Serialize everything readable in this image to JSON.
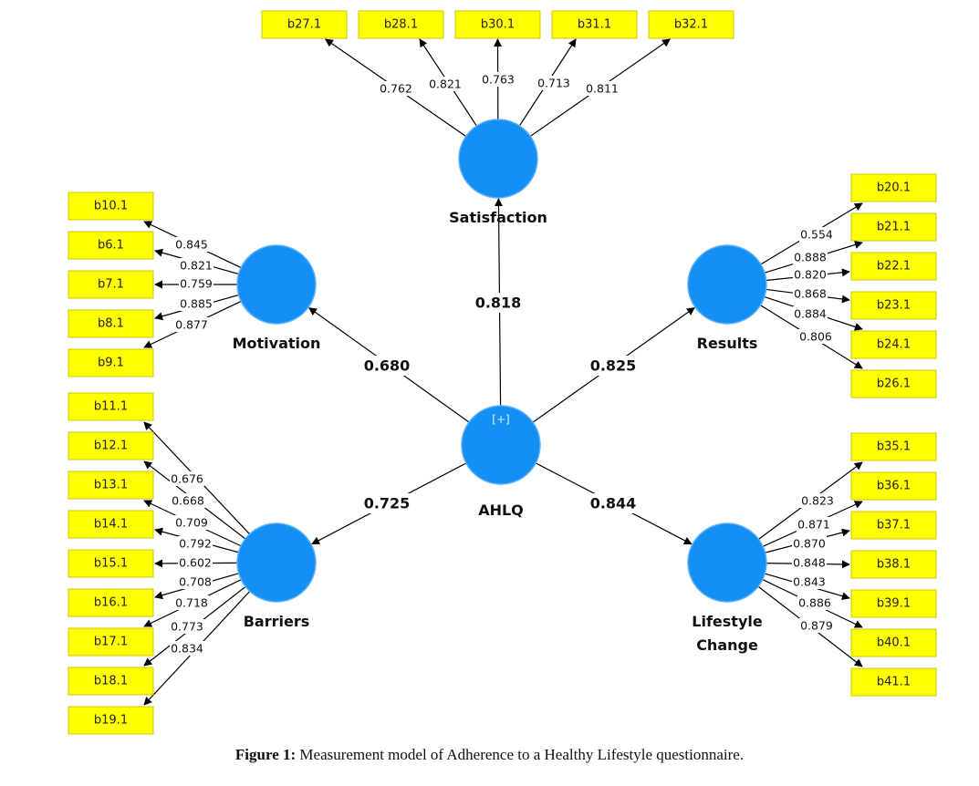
{
  "caption": {
    "label": "Figure 1:",
    "text": " Measurement model of Adherence to a Healthy Lifestyle questionnaire."
  },
  "colors": {
    "construct_fill": "#1490f5",
    "indicator_fill": "#ffff00",
    "line": "#000000"
  },
  "central": {
    "id": "ahlq",
    "name": "AHLQ",
    "expand_marker": "[+]"
  },
  "constructs": [
    {
      "id": "satisfaction",
      "name_lines": [
        "Satisfaction"
      ],
      "path_coefficient": "0.818",
      "indicators": [
        {
          "name": "b27.1",
          "loading": "0.762"
        },
        {
          "name": "b28.1",
          "loading": "0.821"
        },
        {
          "name": "b30.1",
          "loading": "0.763"
        },
        {
          "name": "b31.1",
          "loading": "0.713"
        },
        {
          "name": "b32.1",
          "loading": "0.811"
        }
      ]
    },
    {
      "id": "motivation",
      "name_lines": [
        "Motivation"
      ],
      "path_coefficient": "0.680",
      "indicators": [
        {
          "name": "b10.1",
          "loading": "0.845"
        },
        {
          "name": "b6.1",
          "loading": "0.821"
        },
        {
          "name": "b7.1",
          "loading": "0.759"
        },
        {
          "name": "b8.1",
          "loading": "0.885"
        },
        {
          "name": "b9.1",
          "loading": "0.877"
        }
      ]
    },
    {
      "id": "results",
      "name_lines": [
        "Results"
      ],
      "path_coefficient": "0.825",
      "indicators": [
        {
          "name": "b20.1",
          "loading": "0.554"
        },
        {
          "name": "b21.1",
          "loading": "0.888"
        },
        {
          "name": "b22.1",
          "loading": "0.820"
        },
        {
          "name": "b23.1",
          "loading": "0.868"
        },
        {
          "name": "b24.1",
          "loading": "0.884"
        },
        {
          "name": "b26.1",
          "loading": "0.806"
        }
      ]
    },
    {
      "id": "barriers",
      "name_lines": [
        "Barriers"
      ],
      "path_coefficient": "0.725",
      "indicators": [
        {
          "name": "b11.1",
          "loading": "0.676"
        },
        {
          "name": "b12.1",
          "loading": "0.668"
        },
        {
          "name": "b13.1",
          "loading": "0.709"
        },
        {
          "name": "b14.1",
          "loading": "0.792"
        },
        {
          "name": "b15.1",
          "loading": "0.602"
        },
        {
          "name": "b16.1",
          "loading": "0.708"
        },
        {
          "name": "b17.1",
          "loading": "0.718"
        },
        {
          "name": "b18.1",
          "loading": "0.773"
        },
        {
          "name": "b19.1",
          "loading": "0.834"
        }
      ]
    },
    {
      "id": "lifestyle-change",
      "name_lines": [
        "Lifestyle",
        "Change"
      ],
      "path_coefficient": "0.844",
      "indicators": [
        {
          "name": "b35.1",
          "loading": "0.823"
        },
        {
          "name": "b36.1",
          "loading": "0.871"
        },
        {
          "name": "b37.1",
          "loading": "0.870"
        },
        {
          "name": "b38.1",
          "loading": "0.848"
        },
        {
          "name": "b39.1",
          "loading": "0.843"
        },
        {
          "name": "b40.1",
          "loading": "0.886"
        },
        {
          "name": "b41.1",
          "loading": "0.879"
        }
      ]
    }
  ]
}
